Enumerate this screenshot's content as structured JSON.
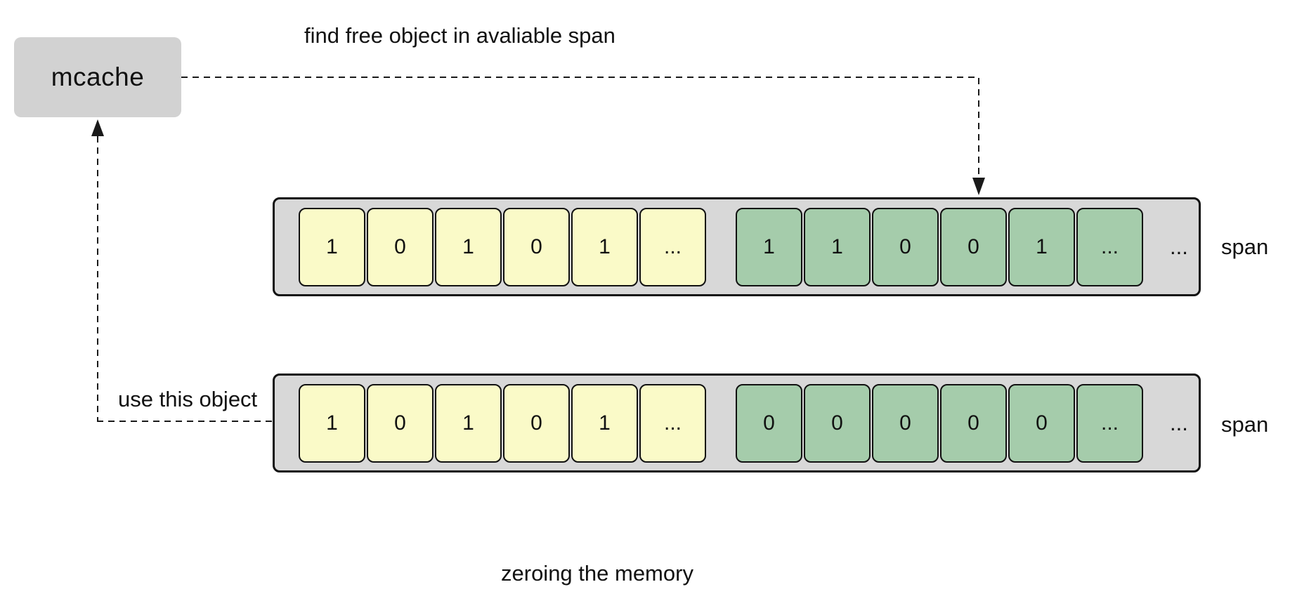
{
  "mcache": {
    "label": "mcache"
  },
  "annotations": {
    "find_free": "find free object in avaliable span",
    "use_this": "use this object",
    "zeroing": "zeroing the memory"
  },
  "spans": [
    {
      "label": "span",
      "trailing": "...",
      "groups": [
        {
          "color": "yellow",
          "values": [
            "1",
            "0",
            "1",
            "0",
            "1",
            "..."
          ]
        },
        {
          "color": "green",
          "values": [
            "1",
            "1",
            "0",
            "0",
            "1",
            "..."
          ]
        }
      ]
    },
    {
      "label": "span",
      "trailing": "...",
      "groups": [
        {
          "color": "yellow",
          "values": [
            "1",
            "0",
            "1",
            "0",
            "1",
            "..."
          ]
        },
        {
          "color": "green",
          "values": [
            "0",
            "0",
            "0",
            "0",
            "0",
            "..."
          ]
        }
      ]
    }
  ],
  "colors": {
    "cell_yellow": "#FAFAC8",
    "cell_green": "#A5CCAB",
    "span_gray": "#D8D8D8",
    "mcache_gray": "#D2D2D2",
    "line_black": "#1A1A1A"
  }
}
